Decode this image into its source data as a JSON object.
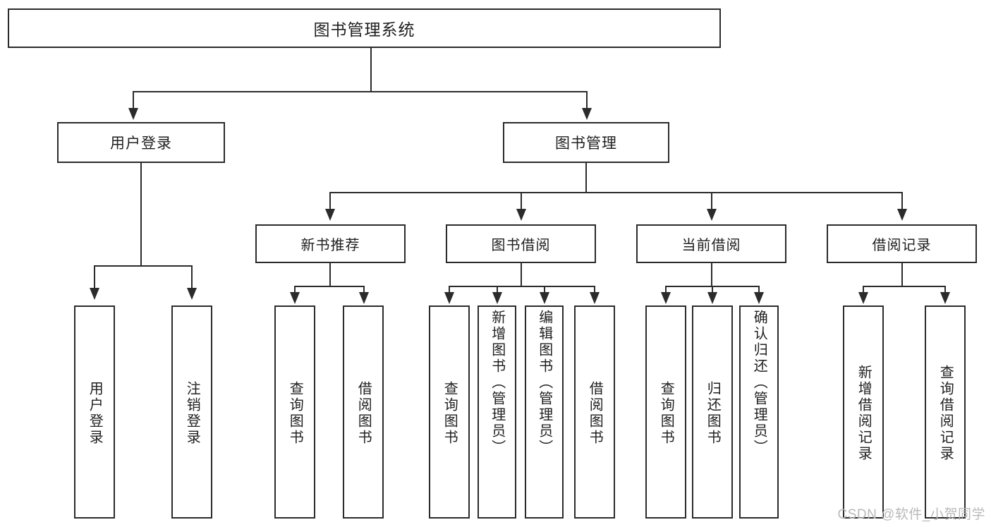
{
  "diagram": {
    "title": "图书管理系统",
    "type": "功能结构图",
    "root": {
      "label": "图书管理系统"
    },
    "level1": [
      {
        "id": "user-login",
        "label": "用户登录"
      },
      {
        "id": "book-management",
        "label": "图书管理"
      }
    ],
    "level2": [
      {
        "id": "new-book-recommend",
        "label": "新书推荐",
        "parent": "book-management"
      },
      {
        "id": "book-borrow",
        "label": "图书借阅",
        "parent": "book-management"
      },
      {
        "id": "current-borrow",
        "label": "当前借阅",
        "parent": "book-management"
      },
      {
        "id": "borrow-record",
        "label": "借阅记录",
        "parent": "book-management"
      }
    ],
    "leaves": [
      {
        "id": "leaf-user-login",
        "label": "用户登录",
        "parent": "user-login"
      },
      {
        "id": "leaf-logout",
        "label": "注销登录",
        "parent": "user-login"
      },
      {
        "id": "leaf-query-book-1",
        "label": "查询图书",
        "parent": "new-book-recommend"
      },
      {
        "id": "leaf-borrow-book-1",
        "label": "借阅图书",
        "parent": "new-book-recommend"
      },
      {
        "id": "leaf-query-book-2",
        "label": "查询图书",
        "parent": "book-borrow"
      },
      {
        "id": "leaf-add-book",
        "label": "新增图书（管理员）",
        "parent": "book-borrow"
      },
      {
        "id": "leaf-edit-book",
        "label": "编辑图书（管理员）",
        "parent": "book-borrow"
      },
      {
        "id": "leaf-borrow-book-2",
        "label": "借阅图书",
        "parent": "book-borrow"
      },
      {
        "id": "leaf-query-book-3",
        "label": "查询图书",
        "parent": "current-borrow"
      },
      {
        "id": "leaf-return-book",
        "label": "归还图书",
        "parent": "current-borrow"
      },
      {
        "id": "leaf-confirm-return",
        "label": "确认归还（管理员）",
        "parent": "current-borrow"
      },
      {
        "id": "leaf-add-record",
        "label": "新增借阅记录",
        "parent": "borrow-record"
      },
      {
        "id": "leaf-query-record",
        "label": "查询借阅记录",
        "parent": "borrow-record"
      }
    ],
    "colors": {
      "box_border": "#2b2b2b",
      "box_fill": "#ffffff",
      "text": "#1f1f1f",
      "connector": "#2b2b2b",
      "watermark": "#b9b9b9",
      "background": "#ffffff"
    }
  },
  "watermark": {
    "text": "CSDN @软件_小贺同学"
  }
}
